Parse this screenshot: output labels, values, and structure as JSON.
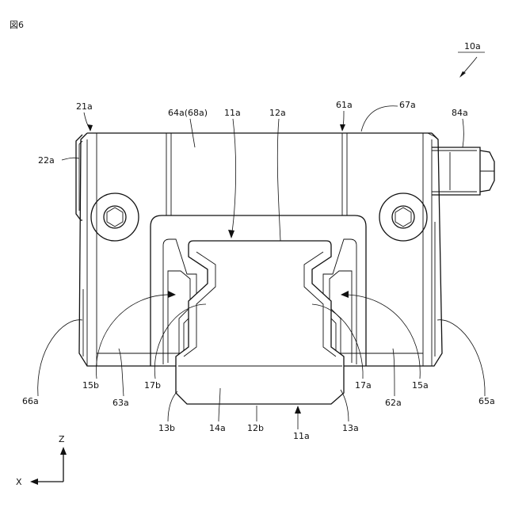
{
  "figure": {
    "caption": "図6",
    "assembly_ref": "10a",
    "axes": {
      "vertical": "Z",
      "horizontal": "X"
    }
  },
  "reference_labels": {
    "l_21a": "21a",
    "l_22a": "22a",
    "l_64a68a": "64a(68a)",
    "l_11a_top": "11a",
    "l_12a": "12a",
    "l_61a": "61a",
    "l_67a": "67a",
    "l_84a": "84a",
    "l_66a": "66a",
    "l_15b": "15b",
    "l_17b": "17b",
    "l_63a": "63a",
    "l_17a": "17a",
    "l_15a": "15a",
    "l_62a": "62a",
    "l_65a": "65a",
    "l_13b": "13b",
    "l_14a": "14a",
    "l_12b": "12b",
    "l_11a_bottom": "11a",
    "l_13a": "13a"
  }
}
